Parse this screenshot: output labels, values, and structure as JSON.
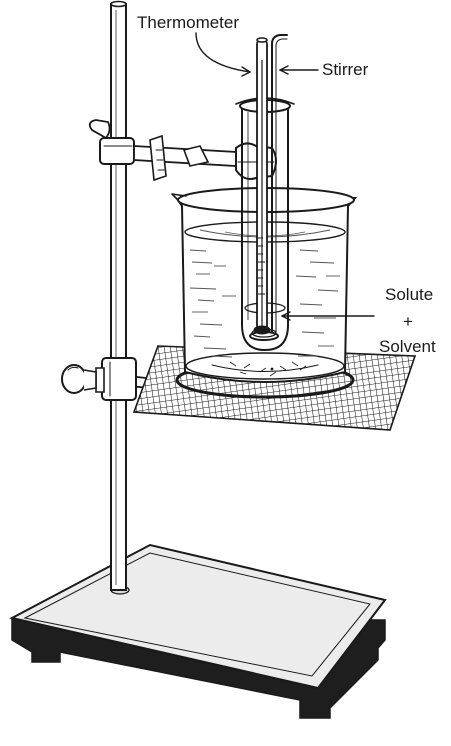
{
  "labels": {
    "thermometer": "Thermometer",
    "stirrer": "Stirrer",
    "solute": "Solute",
    "plus": "+",
    "solvent": "Solvent"
  },
  "colors": {
    "ink": "#1a1a1a",
    "liquid_line": "#555555",
    "glass_fill": "#f4f4f4",
    "base_top": "#e8e8e8",
    "base_side": "#1e1e1e"
  }
}
